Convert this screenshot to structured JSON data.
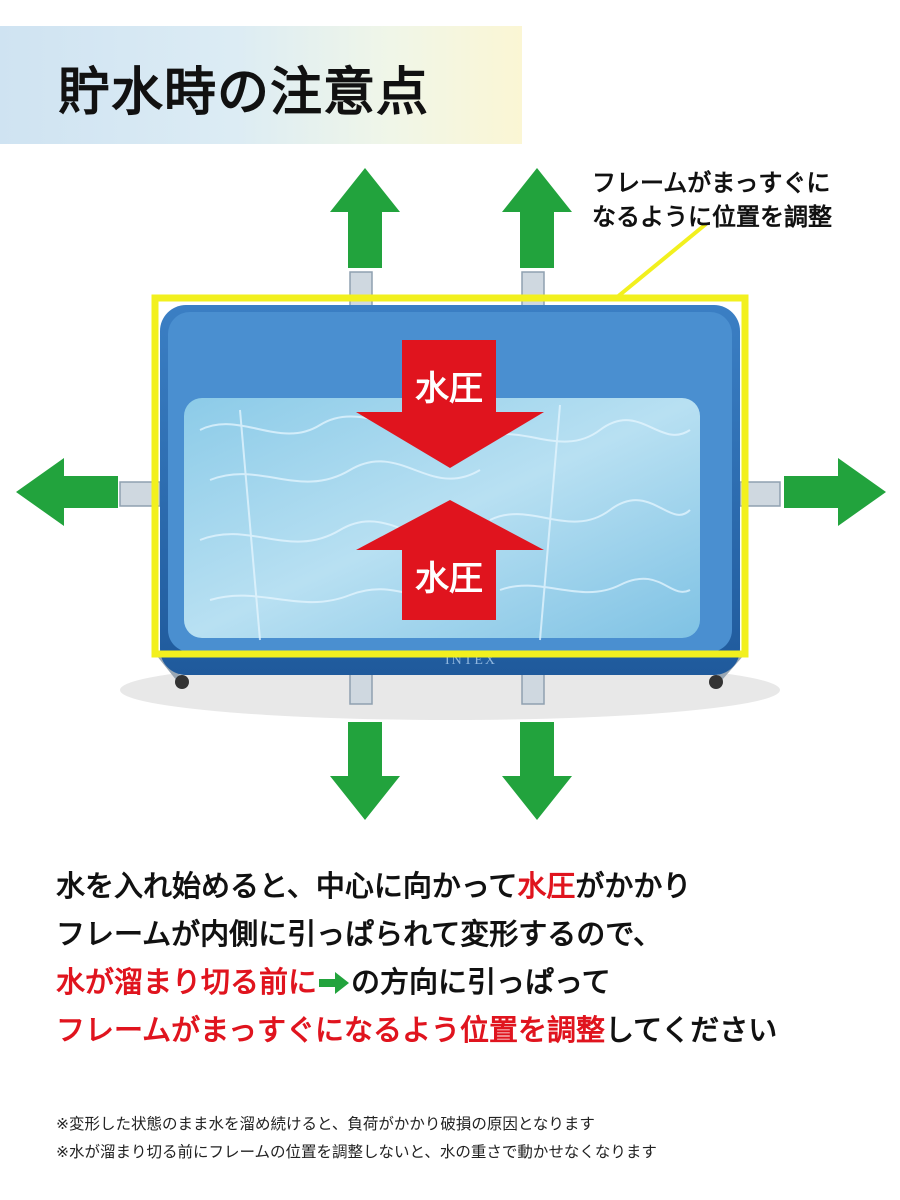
{
  "title": "貯水時の注意点",
  "callout": {
    "line1": "フレームがまっすぐに",
    "line2": "なるように位置を調整"
  },
  "pressure_labels": {
    "top": "水圧",
    "bottom": "水圧"
  },
  "pool_brand": "INTEX",
  "colors": {
    "accent_red": "#e0141e",
    "arrow_green": "#22a33d",
    "highlight_yellow": "#f2f01e",
    "pool_blue": "#2d6fb6"
  },
  "icons": {
    "outward_arrow": "green-arrow-icon",
    "pressure_arrow": "red-arrow-icon",
    "inline_arrow": "green-right-arrow-icon"
  },
  "body": {
    "l1_a": "水を入れ始めると、中心に向かって",
    "l1_red": "水圧",
    "l1_b": "がかかり",
    "l2": "フレームが内側に引っぱられて変形するので、",
    "l3_red": "水が溜まり切る前に",
    "l3_b": "の方向に引っぱって",
    "l4_red": "フレームがまっすぐになるよう位置を調整",
    "l4_b": "してください"
  },
  "notes": [
    "※変形した状態のまま水を溜め続けると、負荷がかかり破損の原因となります",
    "※水が溜まり切る前にフレームの位置を調整しないと、水の重さで動かせなくなります"
  ]
}
